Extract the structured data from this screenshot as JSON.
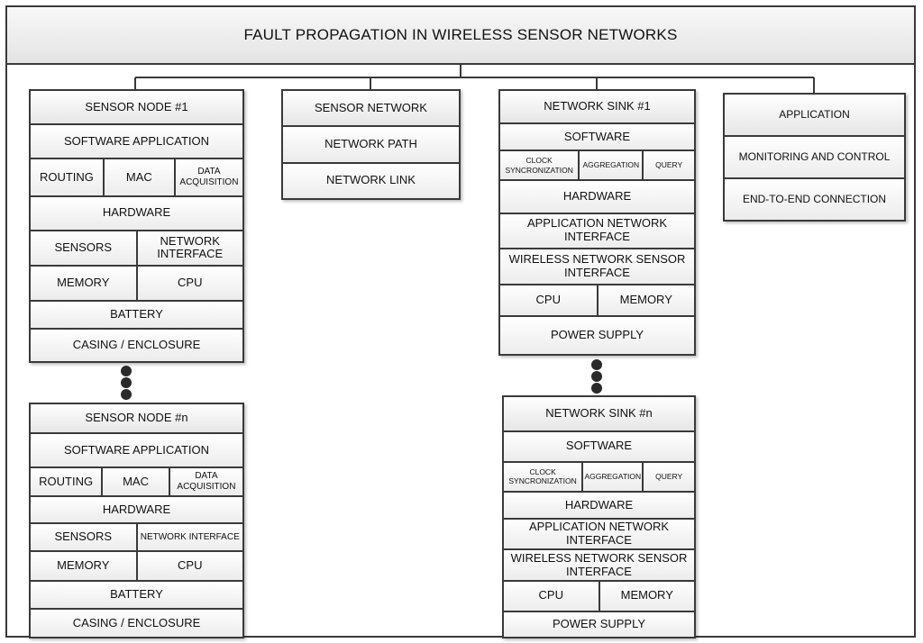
{
  "title": "FAULT PROPAGATION IN WIRELESS SENSOR  NETWORKS",
  "sensor_node_1": {
    "header": "SENSOR NODE #1",
    "software_application": "SOFTWARE APPLICATION",
    "routing": "ROUTING",
    "mac": "MAC",
    "data_acquisition": "DATA ACQUISITION",
    "hardware": "HARDWARE",
    "sensors": "SENSORS",
    "network_interface": "NETWORK INTERFACE",
    "memory": "MEMORY",
    "cpu": "CPU",
    "battery": "BATTERY",
    "casing": "CASING / ENCLOSURE"
  },
  "sensor_node_n": {
    "header": "SENSOR NODE #n",
    "software_application": "SOFTWARE APPLICATION",
    "routing": "ROUTING",
    "mac": "MAC",
    "data_acquisition": "DATA ACQUISITION",
    "hardware": "HARDWARE",
    "sensors": "SENSORS",
    "network_interface": "NETWORK INTERFACE",
    "memory": "MEMORY",
    "cpu": "CPU",
    "battery": "BATTERY",
    "casing": "CASING / ENCLOSURE"
  },
  "sensor_network": {
    "header": "SENSOR NETWORK",
    "network_path": "NETWORK PATH",
    "network_link": "NETWORK LINK"
  },
  "network_sink_1": {
    "header": "NETWORK SINK #1",
    "software": "SOFTWARE",
    "clock_sync": "CLOCK SYNCRONIZATION",
    "aggregation": "AGGREGATION",
    "query": "QUERY",
    "hardware": "HARDWARE",
    "app_net_interface": "APPLICATION NETWORK INTERFACE",
    "wsn_interface": "WIRELESS NETWORK SENSOR INTERFACE",
    "cpu": "CPU",
    "memory": "MEMORY",
    "power_supply": "POWER SUPPLY"
  },
  "network_sink_n": {
    "header": "NETWORK SINK #n",
    "software": "SOFTWARE",
    "clock_sync": "CLOCK SYNCRONIZATION",
    "aggregation": "AGGREGATION",
    "query": "QUERY",
    "hardware": "HARDWARE",
    "app_net_interface": "APPLICATION NETWORK INTERFACE",
    "wsn_interface": "WIRELESS NETWORK SENSOR INTERFACE",
    "cpu": "CPU",
    "memory": "MEMORY",
    "power_supply": "POWER SUPPLY"
  },
  "application": {
    "header": "APPLICATION",
    "monitoring": "MONITORING AND CONTROL",
    "end_to_end": "END-TO-END CONNECTION"
  }
}
